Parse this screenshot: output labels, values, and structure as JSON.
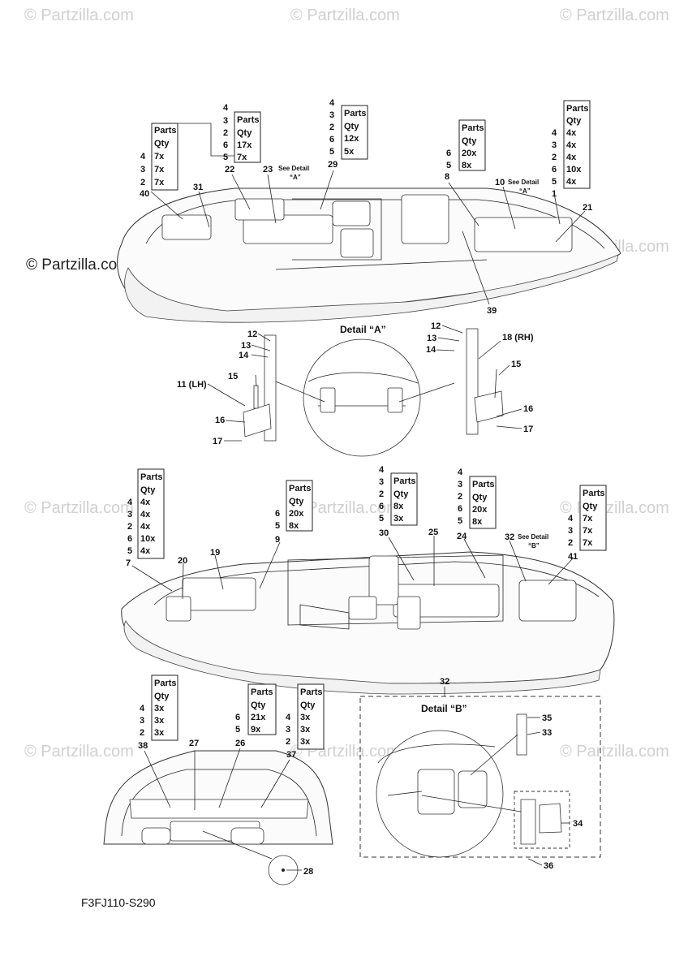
{
  "watermark": "© Partzilla.com",
  "brand_mark": "© Partzilla.com",
  "figure_code": "F3FJ110-S290",
  "detail_a_title": "Detail “A”",
  "detail_b_title": "Detail “B”",
  "see_detail_text": "See Detail",
  "detail_a_ref": "“A”",
  "detail_b_ref": "“B”",
  "table_header": [
    "Parts",
    "Qty"
  ],
  "qty_tables": [
    {
      "id": "t1",
      "rows": [
        [
          "4",
          "7x"
        ],
        [
          "3",
          "7x"
        ],
        [
          "2",
          "7x"
        ]
      ]
    },
    {
      "id": "t2",
      "rows": [
        [
          "4",
          ""
        ],
        [
          "3",
          ""
        ],
        [
          "2",
          "17x"
        ],
        [
          "6",
          "7x"
        ],
        [
          "5",
          ""
        ]
      ]
    },
    {
      "id": "t3",
      "rows": [
        [
          "4",
          ""
        ],
        [
          "3",
          ""
        ],
        [
          "2",
          "12x"
        ],
        [
          "6",
          "5x"
        ],
        [
          "5",
          ""
        ]
      ]
    },
    {
      "id": "t4",
      "rows": [
        [
          "6",
          "20x"
        ],
        [
          "5",
          "8x"
        ]
      ]
    },
    {
      "id": "t5",
      "rows": [
        [
          "4",
          "4x"
        ],
        [
          "3",
          "4x"
        ],
        [
          "2",
          "4x"
        ],
        [
          "6",
          "10x"
        ],
        [
          "5",
          "4x"
        ]
      ]
    },
    {
      "id": "t6",
      "rows": [
        [
          "4",
          "4x"
        ],
        [
          "3",
          "4x"
        ],
        [
          "2",
          "4x"
        ],
        [
          "6",
          "10x"
        ],
        [
          "5",
          "4x"
        ]
      ]
    },
    {
      "id": "t7",
      "rows": [
        [
          "6",
          "20x"
        ],
        [
          "5",
          "8x"
        ]
      ]
    },
    {
      "id": "t8",
      "rows": [
        [
          "4",
          ""
        ],
        [
          "3",
          ""
        ],
        [
          "2",
          "8x"
        ],
        [
          "6",
          "3x"
        ],
        [
          "5",
          ""
        ]
      ]
    },
    {
      "id": "t9",
      "rows": [
        [
          "4",
          ""
        ],
        [
          "3",
          ""
        ],
        [
          "2",
          "20x"
        ],
        [
          "6",
          "8x"
        ],
        [
          "5",
          ""
        ]
      ]
    },
    {
      "id": "t10",
      "rows": [
        [
          "4",
          "7x"
        ],
        [
          "3",
          "7x"
        ],
        [
          "2",
          "7x"
        ]
      ]
    },
    {
      "id": "t11",
      "rows": [
        [
          "4",
          "3x"
        ],
        [
          "3",
          "3x"
        ],
        [
          "2",
          "3x"
        ]
      ]
    },
    {
      "id": "t12",
      "rows": [
        [
          "6",
          "21x"
        ],
        [
          "5",
          "9x"
        ]
      ]
    },
    {
      "id": "t13",
      "rows": [
        [
          "4",
          "3x"
        ],
        [
          "3",
          "3x"
        ],
        [
          "2",
          "3x"
        ]
      ]
    }
  ],
  "callouts": {
    "c1": "1",
    "c7": "7",
    "c8": "8",
    "c9": "9",
    "c10": "10",
    "c11": "11 (LH)",
    "c12a": "12",
    "c12b": "12",
    "c13a": "13",
    "c13b": "13",
    "c14a": "14",
    "c14b": "14",
    "c15a": "15",
    "c15b": "15",
    "c16a": "16",
    "c16b": "16",
    "c17a": "17",
    "c17b": "17",
    "c18": "18 (RH)",
    "c19": "19",
    "c20": "20",
    "c21": "21",
    "c22": "22",
    "c23": "23",
    "c24": "24",
    "c25": "25",
    "c26": "26",
    "c27": "27",
    "c28": "28",
    "c29": "29",
    "c30": "30",
    "c31": "31",
    "c32a": "32",
    "c32b": "32",
    "c33": "33",
    "c34": "34",
    "c35": "35",
    "c36": "36",
    "c37": "37",
    "c38": "38",
    "c39": "39",
    "c40": "40",
    "c41": "41"
  }
}
